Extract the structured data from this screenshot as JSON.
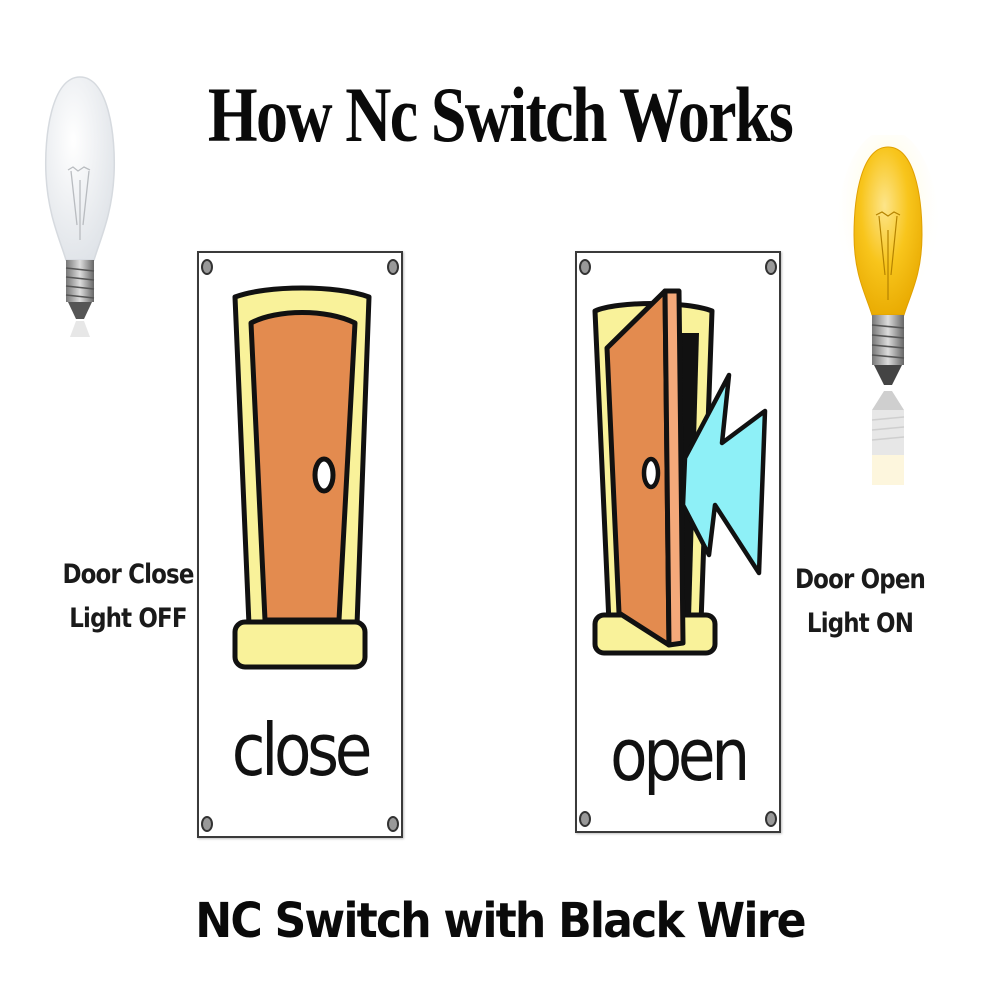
{
  "title": "How Nc Switch Works",
  "left": {
    "label_line1": "Door Close",
    "label_line2": "Light OFF",
    "bulb_state": "off",
    "bulb_icon": "lightbulb-off-icon",
    "panel_word": "close",
    "door_icon": "closed-door-icon"
  },
  "right": {
    "label_line1": "Door Open",
    "label_line2": "Light ON",
    "bulb_state": "on",
    "bulb_icon": "lightbulb-on-icon",
    "panel_word": "open",
    "door_icon": "open-door-icon",
    "wind_icon": "wind-gust-icon"
  },
  "caption": "NC Switch with Black Wire",
  "colors": {
    "door": "#e38b4f",
    "door_light": "#f4a97a",
    "frame": "#f9f29a",
    "wind": "#8ef0f7",
    "bulb_on": "#f7c21a",
    "bulb_off": "#f2f4f6",
    "outline": "#111111"
  }
}
